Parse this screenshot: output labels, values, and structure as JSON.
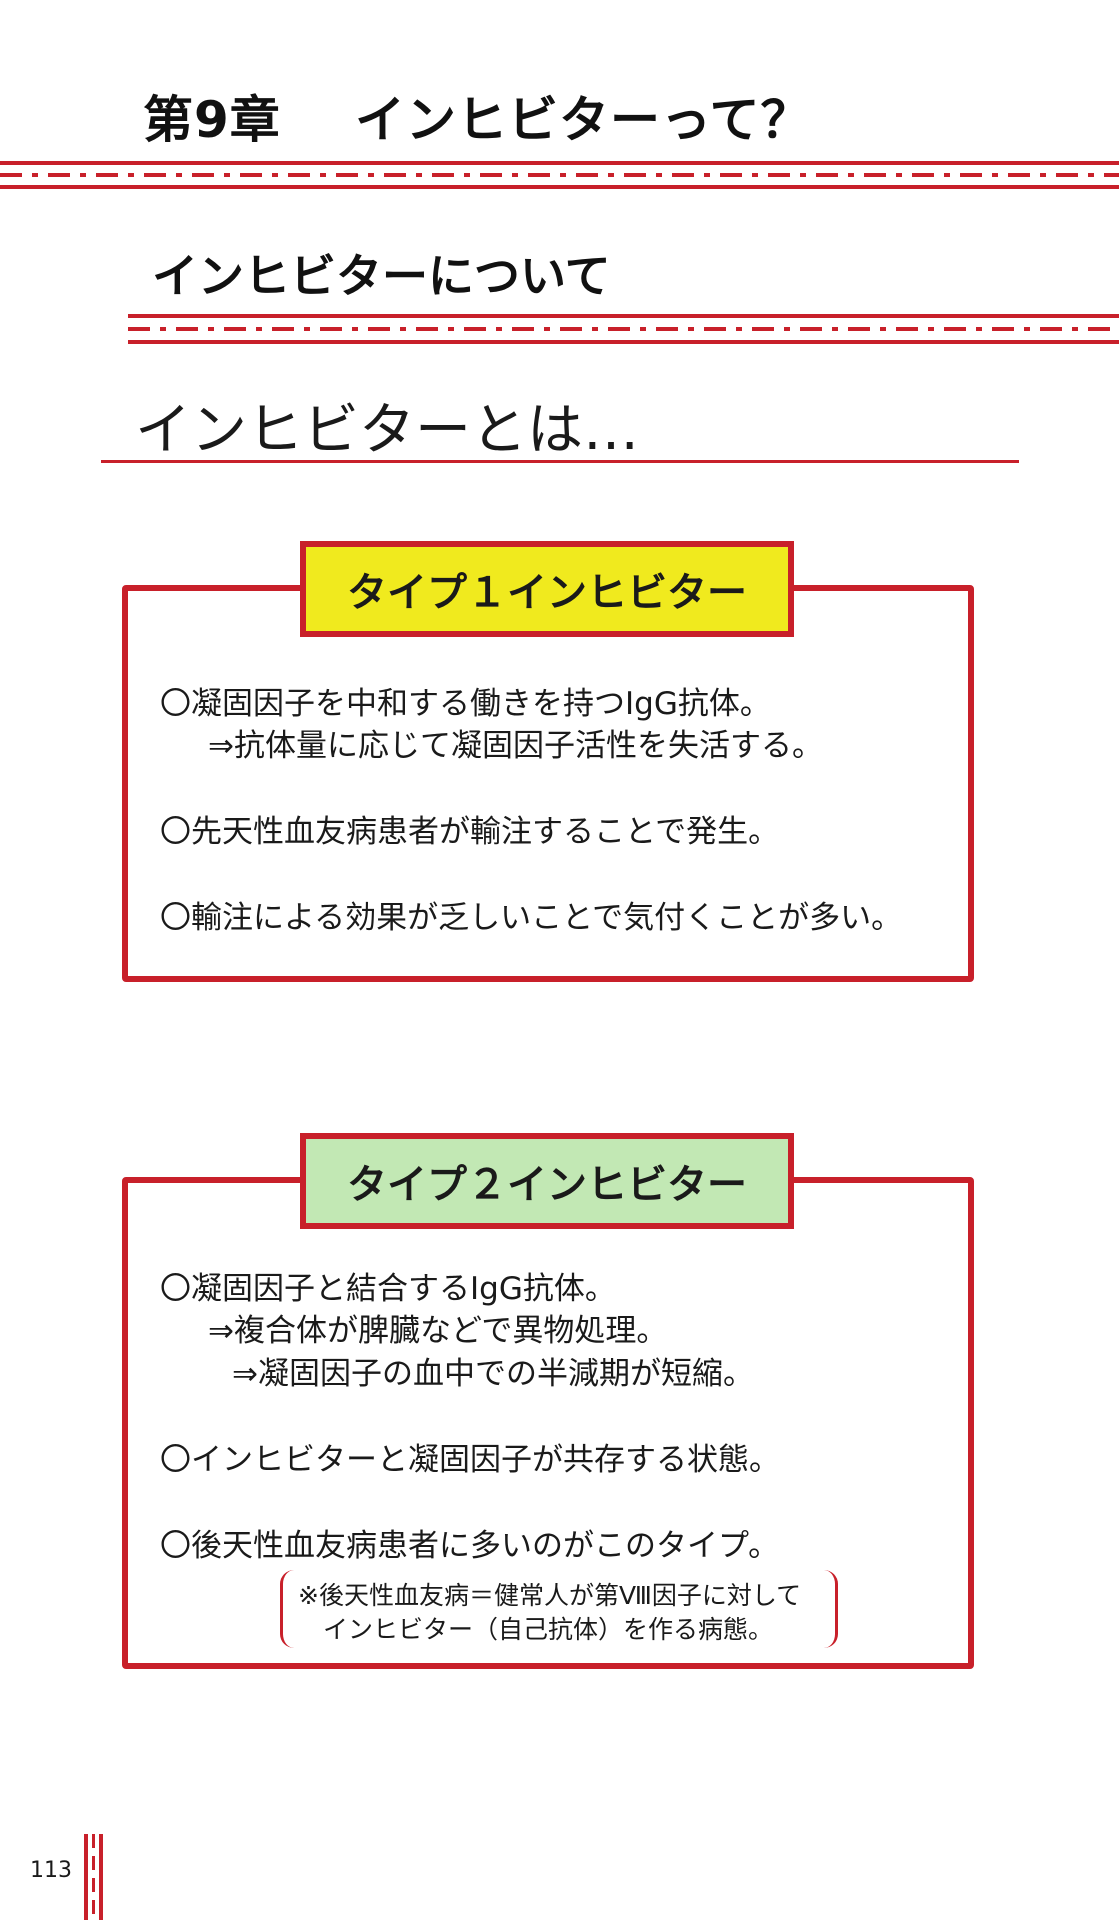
{
  "chapter": {
    "number": "第9章",
    "title": "インヒビターって？"
  },
  "section_title": "インヒビターについて",
  "subtitle": "インヒビターとは…",
  "type1": {
    "label": "タイプ１インヒビター",
    "label_bg": "#f0ea1e",
    "lines": [
      "〇凝固因子を中和する働きを持つIgG抗体。",
      "⇒抗体量に応じて凝固因子活性を失活する。",
      "〇先天性血友病患者が輸注することで発生。",
      "〇輸注による効果が乏しいことで気付くことが多い。"
    ]
  },
  "type2": {
    "label": "タイプ２インヒビター",
    "label_bg": "#c2e8b4",
    "lines": [
      "〇凝固因子と結合するIgG抗体。",
      "⇒複合体が脾臓などで異物処理。",
      "⇒凝固因子の血中での半減期が短縮。",
      "〇インヒビターと凝固因子が共存する状態。",
      "〇後天性血友病患者に多いのがこのタイプ。"
    ],
    "note": [
      "※後天性血友病＝健常人が第Ⅷ因子に対して",
      "インヒビター（自己抗体）を作る病態。"
    ]
  },
  "page_number": "113",
  "accent_color": "#c8202a"
}
